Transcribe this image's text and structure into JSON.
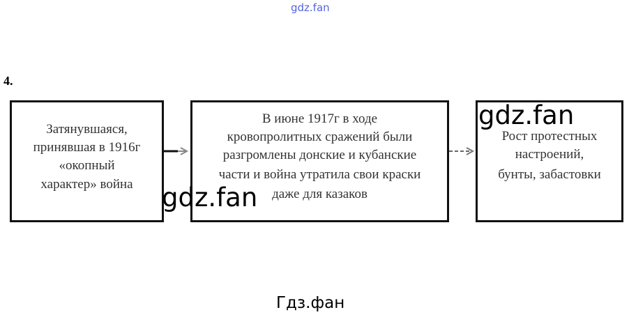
{
  "task_number": "4.",
  "boxes": [
    {
      "lines": [
        "Затянувшаяся,",
        "принявшая в 1916г",
        "«окопный",
        "характер» война"
      ]
    },
    {
      "lines": [
        "В июне 1917г в ходе",
        "кровопролитных сражений были",
        "разгромлены донские и кубанские",
        "части и война утратила свои краски",
        "даже для казаков"
      ]
    },
    {
      "lines": [
        "Рост протестных",
        "настроений,",
        "бунты, забастовки"
      ]
    }
  ],
  "watermarks": {
    "top": "gdz.fan",
    "mid_right": "gdz.fan",
    "mid_left": "gdz.fan",
    "bottom": "Гдз.фан"
  }
}
